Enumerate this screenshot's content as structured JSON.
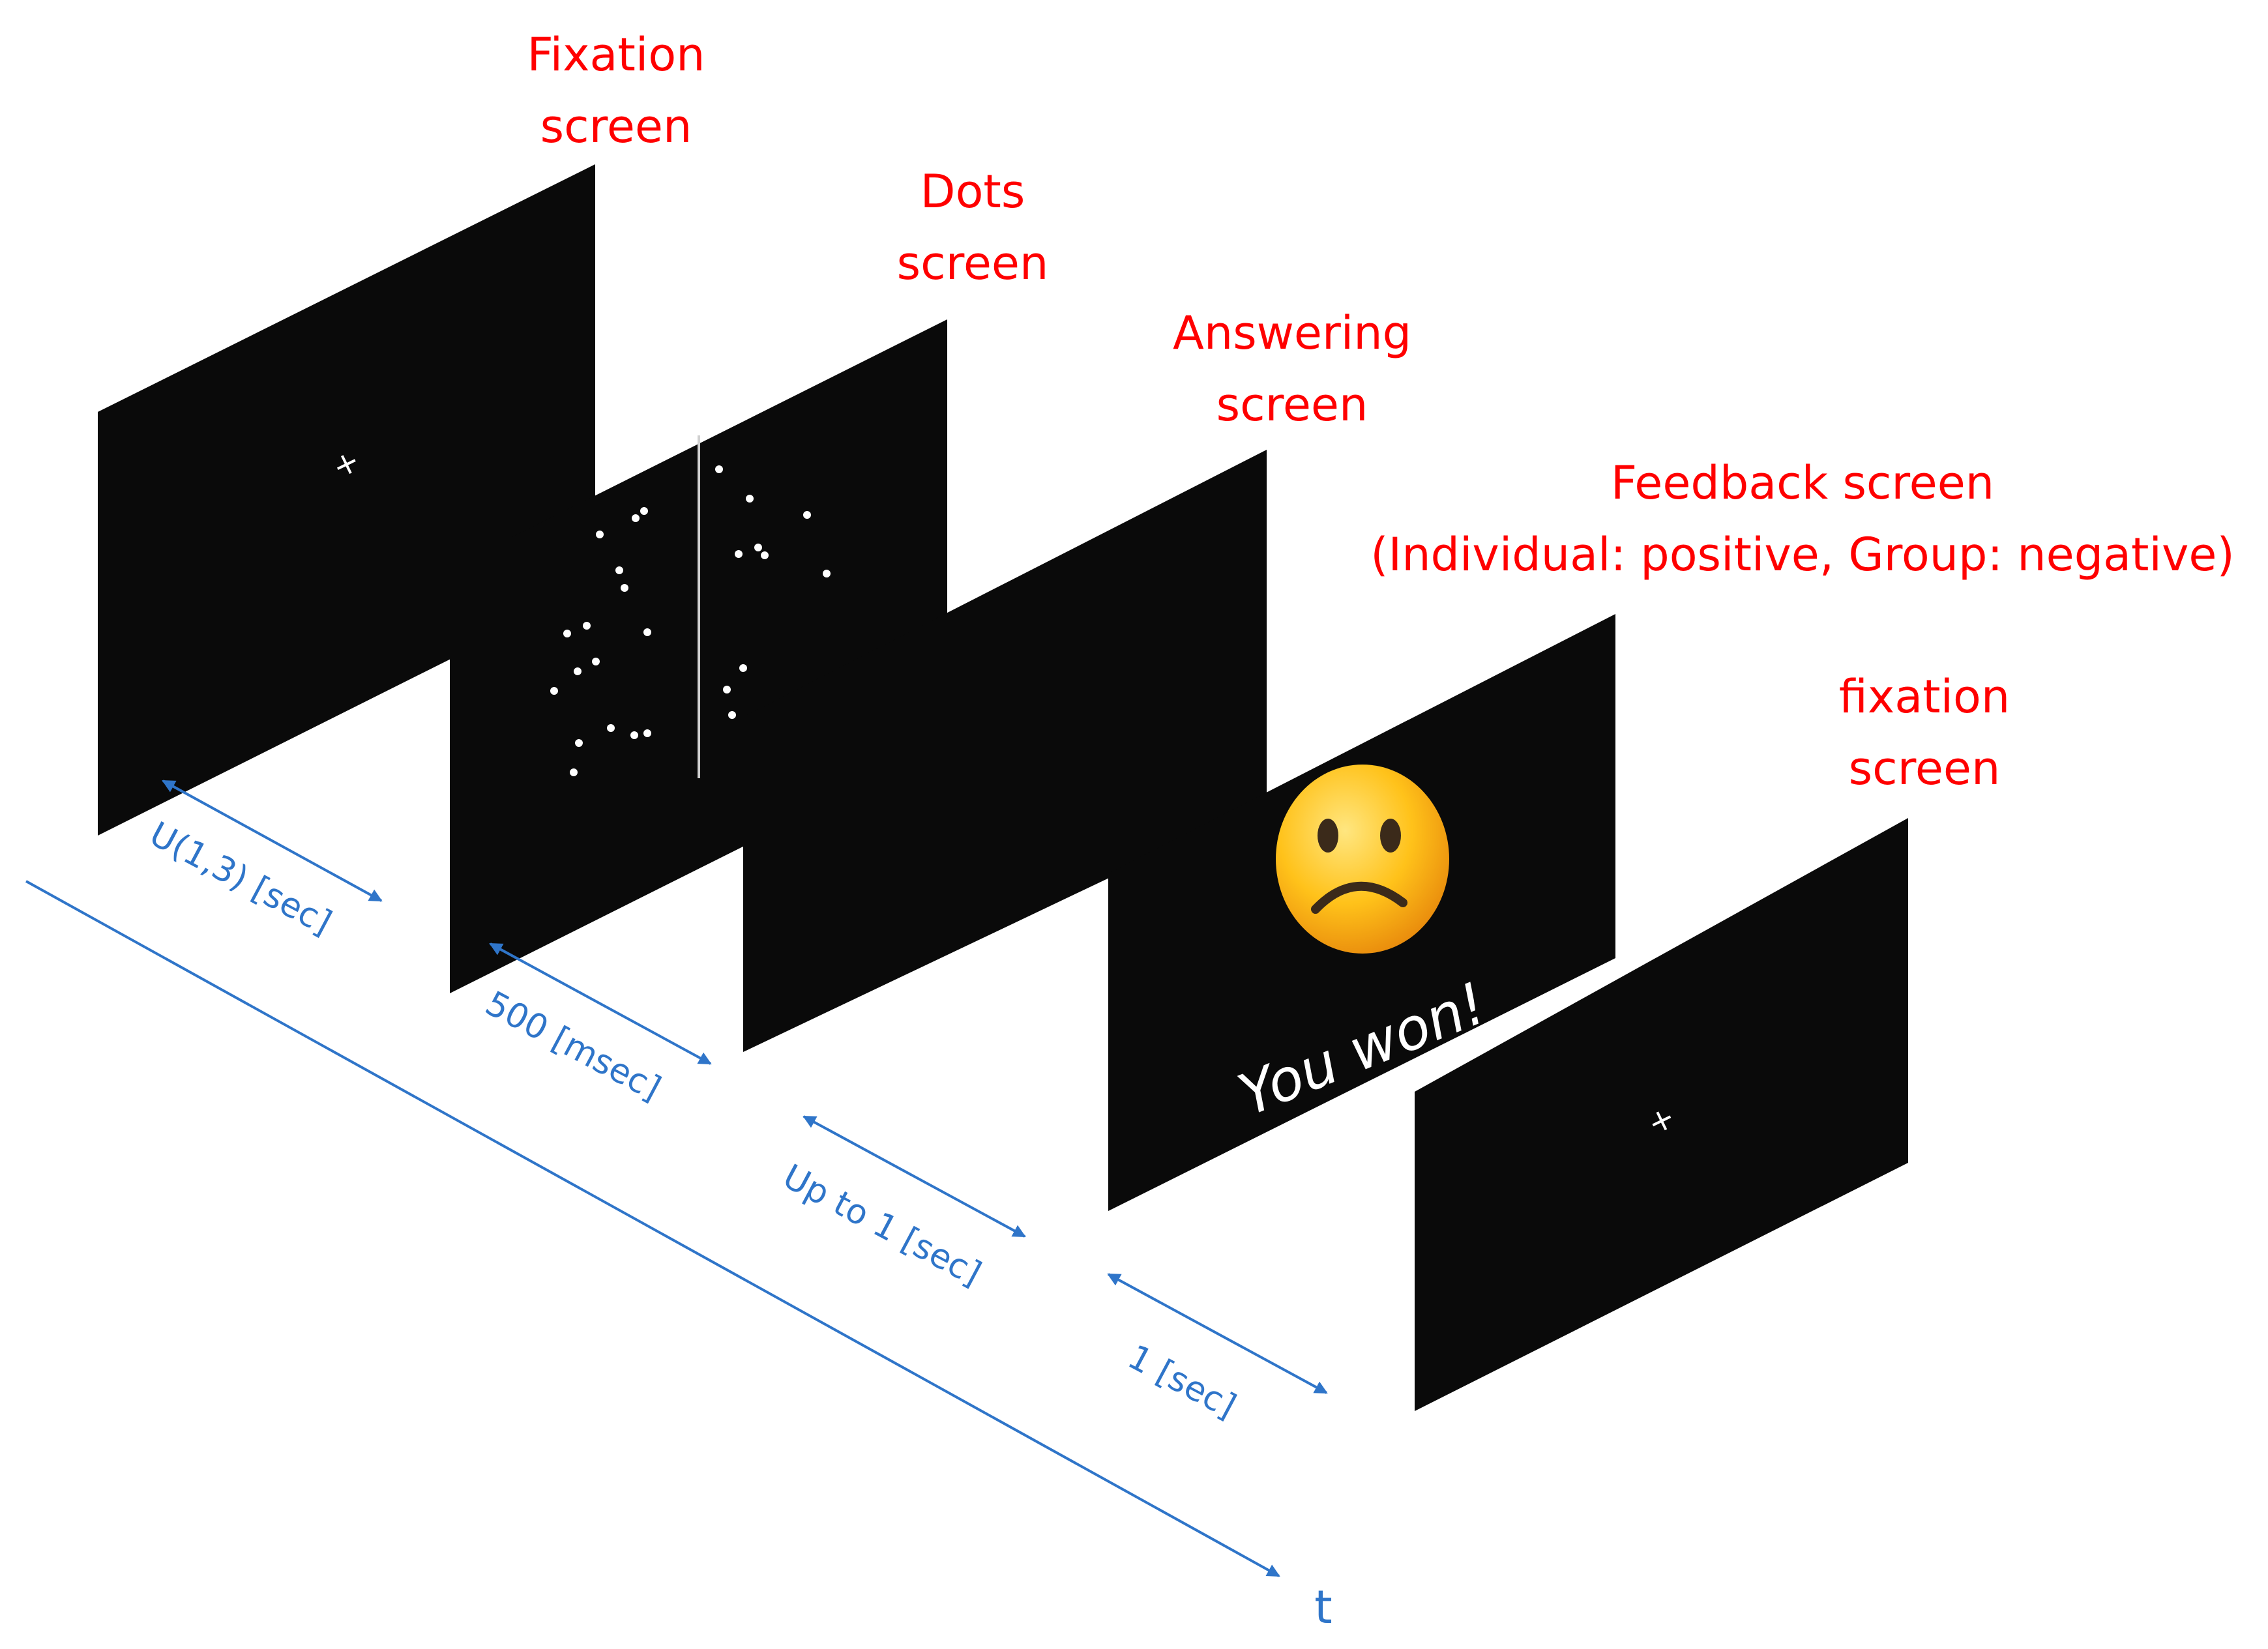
{
  "labels": {
    "fixation_1": [
      "Fixation",
      "screen"
    ],
    "dots": [
      "Dots",
      "screen"
    ],
    "answering": [
      "Answering",
      "screen"
    ],
    "feedback": [
      "Feedback screen",
      "(Individual: positive, Group: negative)"
    ],
    "fixation_2": [
      "fixation",
      "screen"
    ]
  },
  "screens": {
    "fixation_symbol": "+",
    "feedback_text": "You won!",
    "feedback_face_icon": "confused-face-icon"
  },
  "durations": {
    "fixation": "U(1,3) [sec]",
    "dots": "500 [msec]",
    "answering": "Up to 1 [sec]",
    "feedback": "1 [sec]"
  },
  "time_axis": {
    "label": "t"
  },
  "colors": {
    "label": "#ff0000",
    "timing": "#2f75c9",
    "screen": "#0a0a0a",
    "screen_content": "#ffffff"
  }
}
